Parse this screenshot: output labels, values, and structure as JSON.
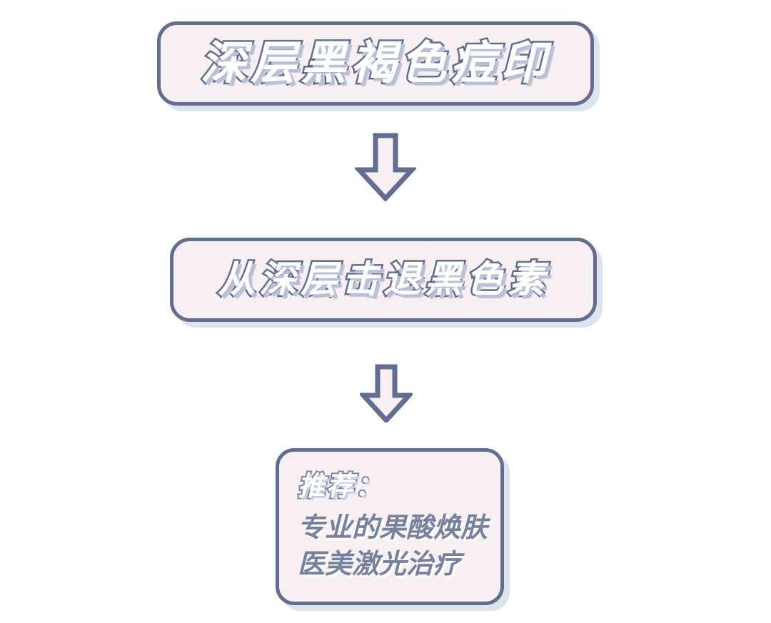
{
  "page": {
    "background_color": "#ffffff",
    "orientation": "vertical-flow"
  },
  "theme": {
    "box_fill": "#f7eff2",
    "box_border": "#626d92",
    "box_shadow": "#dfe3ee",
    "headline_fill": "#ffffff",
    "headline_outline": "#626d92",
    "body_text": "#76819f",
    "arrow_fill": "#f7eff2",
    "arrow_stroke": "#626d92"
  },
  "flow": {
    "steps": [
      {
        "id": "step-1",
        "kind": "box",
        "text": "深层黑褐色痘印"
      },
      {
        "id": "connector-1",
        "kind": "arrow",
        "icon": "arrow-down-icon",
        "direction": "down"
      },
      {
        "id": "step-2",
        "kind": "box",
        "text": "从深层击退黑色素"
      },
      {
        "id": "connector-2",
        "kind": "arrow",
        "icon": "arrow-down-icon",
        "direction": "down"
      },
      {
        "id": "step-3",
        "kind": "box",
        "title": "推荐：",
        "lines": [
          "专业的果酸焕肤",
          "医美激光治疗"
        ]
      }
    ]
  }
}
